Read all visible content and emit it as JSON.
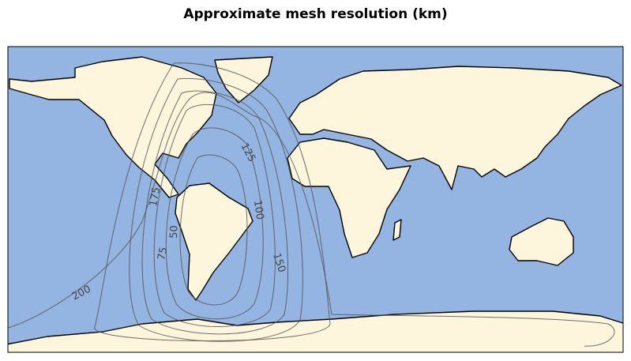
{
  "title": "Approximate mesh resolution (km)",
  "colors": {
    "ocean": "#94b4e2",
    "land": "#fef6dc",
    "contour": "#555555"
  },
  "contour_labels": {
    "c50": "50",
    "c75": "75",
    "c100": "100",
    "c125": "125",
    "c150": "150",
    "c175": "175",
    "c200": "200"
  }
}
